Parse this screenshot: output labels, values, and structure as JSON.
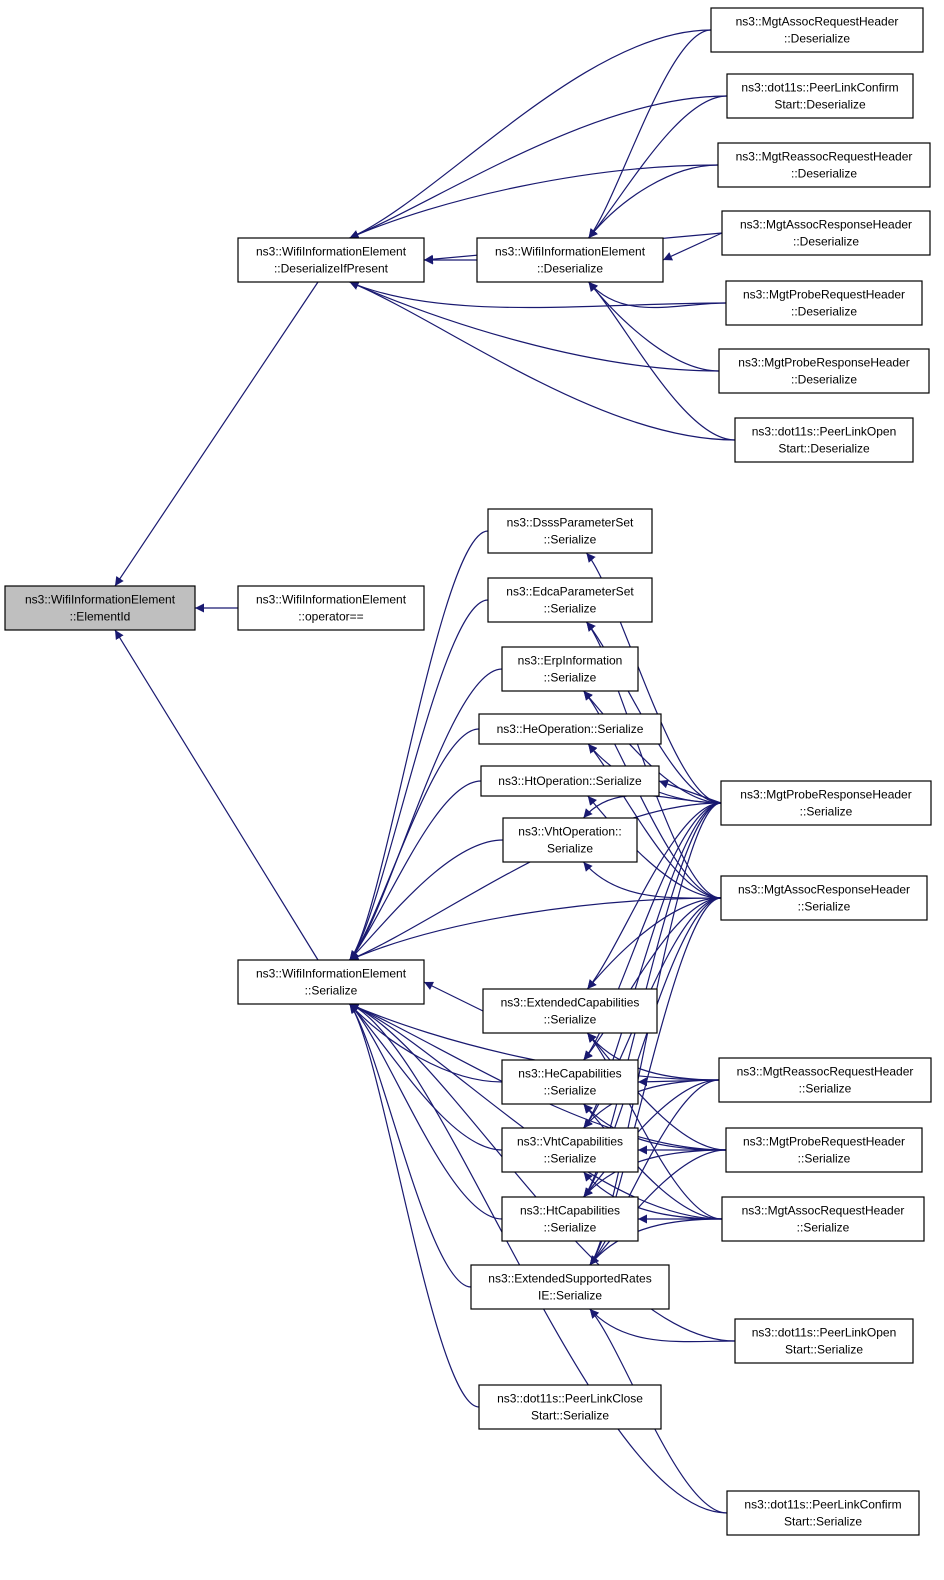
{
  "nodes": [
    {
      "id": "root",
      "lines": [
        "ns3::WifiInformationElement",
        "::ElementId"
      ],
      "highlight": true
    },
    {
      "id": "dip",
      "lines": [
        "ns3::WifiInformationElement",
        "::DeserializeIfPresent"
      ]
    },
    {
      "id": "de",
      "lines": [
        "ns3::WifiInformationElement",
        "::Deserialize"
      ]
    },
    {
      "id": "opeq",
      "lines": [
        "ns3::WifiInformationElement",
        "::operator=="
      ]
    },
    {
      "id": "ser",
      "lines": [
        "ns3::WifiInformationElement",
        "::Serialize"
      ]
    },
    {
      "id": "d_assocreq",
      "lines": [
        "ns3::MgtAssocRequestHeader",
        "::Deserialize"
      ]
    },
    {
      "id": "d_plconfirm",
      "lines": [
        "ns3::dot11s::PeerLinkConfirm",
        "Start::Deserialize"
      ]
    },
    {
      "id": "d_reassoc",
      "lines": [
        "ns3::MgtReassocRequestHeader",
        "::Deserialize"
      ]
    },
    {
      "id": "d_assocresp",
      "lines": [
        "ns3::MgtAssocResponseHeader",
        "::Deserialize"
      ]
    },
    {
      "id": "d_probereq",
      "lines": [
        "ns3::MgtProbeRequestHeader",
        "::Deserialize"
      ]
    },
    {
      "id": "d_proberesp",
      "lines": [
        "ns3::MgtProbeResponseHeader",
        "::Deserialize"
      ]
    },
    {
      "id": "d_plopen",
      "lines": [
        "ns3::dot11s::PeerLinkOpen",
        "Start::Deserialize"
      ]
    },
    {
      "id": "dsss",
      "lines": [
        "ns3::DsssParameterSet",
        "::Serialize"
      ]
    },
    {
      "id": "edca",
      "lines": [
        "ns3::EdcaParameterSet",
        "::Serialize"
      ]
    },
    {
      "id": "erp",
      "lines": [
        "ns3::ErpInformation",
        "::Serialize"
      ]
    },
    {
      "id": "heop",
      "lines": [
        "ns3::HeOperation::Serialize"
      ]
    },
    {
      "id": "htop",
      "lines": [
        "ns3::HtOperation::Serialize"
      ]
    },
    {
      "id": "vhtop",
      "lines": [
        "ns3::VhtOperation::",
        "Serialize"
      ]
    },
    {
      "id": "extcap",
      "lines": [
        "ns3::ExtendedCapabilities",
        "::Serialize"
      ]
    },
    {
      "id": "hecap",
      "lines": [
        "ns3::HeCapabilities",
        "::Serialize"
      ]
    },
    {
      "id": "vhtcap",
      "lines": [
        "ns3::VhtCapabilities",
        "::Serialize"
      ]
    },
    {
      "id": "htcap",
      "lines": [
        "ns3::HtCapabilities",
        "::Serialize"
      ]
    },
    {
      "id": "esr",
      "lines": [
        "ns3::ExtendedSupportedRates",
        "IE::Serialize"
      ]
    },
    {
      "id": "plclose",
      "lines": [
        "ns3::dot11s::PeerLinkClose",
        "Start::Serialize"
      ]
    },
    {
      "id": "s_proberesp",
      "lines": [
        "ns3::MgtProbeResponseHeader",
        "::Serialize"
      ]
    },
    {
      "id": "s_assocresp",
      "lines": [
        "ns3::MgtAssocResponseHeader",
        "::Serialize"
      ]
    },
    {
      "id": "s_reassoc",
      "lines": [
        "ns3::MgtReassocRequestHeader",
        "::Serialize"
      ]
    },
    {
      "id": "s_probereq",
      "lines": [
        "ns3::MgtProbeRequestHeader",
        "::Serialize"
      ]
    },
    {
      "id": "s_assocreq",
      "lines": [
        "ns3::MgtAssocRequestHeader",
        "::Serialize"
      ]
    },
    {
      "id": "s_plopen",
      "lines": [
        "ns3::dot11s::PeerLinkOpen",
        "Start::Serialize"
      ]
    },
    {
      "id": "s_plconfirm",
      "lines": [
        "ns3::dot11s::PeerLinkConfirm",
        "Start::Serialize"
      ]
    }
  ],
  "edges": [
    [
      "dip",
      "root"
    ],
    [
      "opeq",
      "root"
    ],
    [
      "ser",
      "root"
    ],
    [
      "de",
      "dip"
    ],
    [
      "d_assocreq",
      "dip"
    ],
    [
      "d_plconfirm",
      "dip"
    ],
    [
      "d_reassoc",
      "dip"
    ],
    [
      "d_assocresp",
      "dip"
    ],
    [
      "d_probereq",
      "dip"
    ],
    [
      "d_proberesp",
      "dip"
    ],
    [
      "d_plopen",
      "dip"
    ],
    [
      "d_assocreq",
      "de"
    ],
    [
      "d_plconfirm",
      "de"
    ],
    [
      "d_reassoc",
      "de"
    ],
    [
      "d_assocresp",
      "de"
    ],
    [
      "d_probereq",
      "de"
    ],
    [
      "d_proberesp",
      "de"
    ],
    [
      "d_plopen",
      "de"
    ],
    [
      "dsss",
      "ser"
    ],
    [
      "edca",
      "ser"
    ],
    [
      "erp",
      "ser"
    ],
    [
      "heop",
      "ser"
    ],
    [
      "htop",
      "ser"
    ],
    [
      "vhtop",
      "ser"
    ],
    [
      "extcap",
      "ser"
    ],
    [
      "hecap",
      "ser"
    ],
    [
      "vhtcap",
      "ser"
    ],
    [
      "htcap",
      "ser"
    ],
    [
      "esr",
      "ser"
    ],
    [
      "plclose",
      "ser"
    ],
    [
      "s_proberesp",
      "ser"
    ],
    [
      "s_assocresp",
      "ser"
    ],
    [
      "s_reassoc",
      "ser"
    ],
    [
      "s_probereq",
      "ser"
    ],
    [
      "s_assocreq",
      "ser"
    ],
    [
      "s_plopen",
      "ser"
    ],
    [
      "s_plconfirm",
      "ser"
    ],
    [
      "s_proberesp",
      "dsss"
    ],
    [
      "s_proberesp",
      "edca"
    ],
    [
      "s_proberesp",
      "erp"
    ],
    [
      "s_proberesp",
      "heop"
    ],
    [
      "s_proberesp",
      "htop"
    ],
    [
      "s_proberesp",
      "vhtop"
    ],
    [
      "s_proberesp",
      "extcap"
    ],
    [
      "s_proberesp",
      "hecap"
    ],
    [
      "s_proberesp",
      "vhtcap"
    ],
    [
      "s_proberesp",
      "htcap"
    ],
    [
      "s_proberesp",
      "esr"
    ],
    [
      "s_assocresp",
      "edca"
    ],
    [
      "s_assocresp",
      "erp"
    ],
    [
      "s_assocresp",
      "heop"
    ],
    [
      "s_assocresp",
      "htop"
    ],
    [
      "s_assocresp",
      "vhtop"
    ],
    [
      "s_assocresp",
      "extcap"
    ],
    [
      "s_assocresp",
      "hecap"
    ],
    [
      "s_assocresp",
      "vhtcap"
    ],
    [
      "s_assocresp",
      "htcap"
    ],
    [
      "s_assocresp",
      "esr"
    ],
    [
      "s_reassoc",
      "extcap"
    ],
    [
      "s_reassoc",
      "hecap"
    ],
    [
      "s_reassoc",
      "vhtcap"
    ],
    [
      "s_reassoc",
      "htcap"
    ],
    [
      "s_reassoc",
      "esr"
    ],
    [
      "s_probereq",
      "extcap"
    ],
    [
      "s_probereq",
      "hecap"
    ],
    [
      "s_probereq",
      "vhtcap"
    ],
    [
      "s_probereq",
      "htcap"
    ],
    [
      "s_probereq",
      "esr"
    ],
    [
      "s_assocreq",
      "extcap"
    ],
    [
      "s_assocreq",
      "hecap"
    ],
    [
      "s_assocreq",
      "vhtcap"
    ],
    [
      "s_assocreq",
      "htcap"
    ],
    [
      "s_assocreq",
      "esr"
    ],
    [
      "s_plopen",
      "esr"
    ],
    [
      "s_plconfirm",
      "esr"
    ]
  ]
}
